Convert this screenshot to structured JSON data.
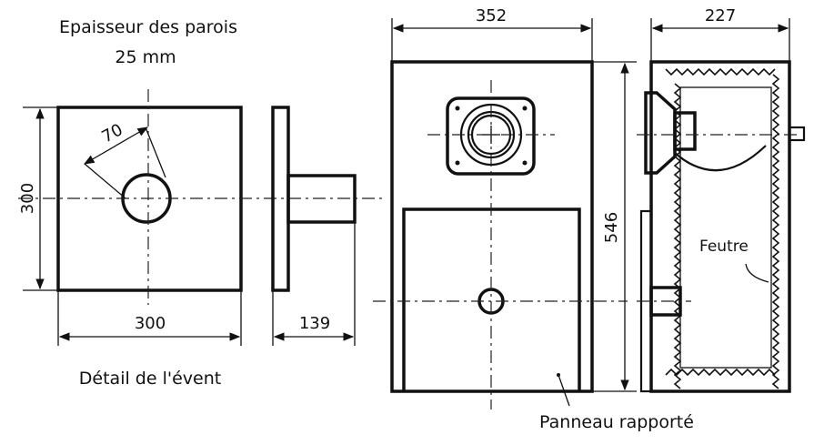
{
  "notes": {
    "wall_thickness_line1": "Epaisseur des parois",
    "wall_thickness_line2": "25 mm",
    "vent_detail": "Détail de l'évent",
    "felt": "Feutre",
    "added_panel": "Panneau rapporté"
  },
  "dimensions": {
    "vent_height": "300",
    "vent_width": "300",
    "vent_hole": "70",
    "vent_depth": "139",
    "front_width": "352",
    "front_height": "546",
    "side_depth": "227"
  }
}
